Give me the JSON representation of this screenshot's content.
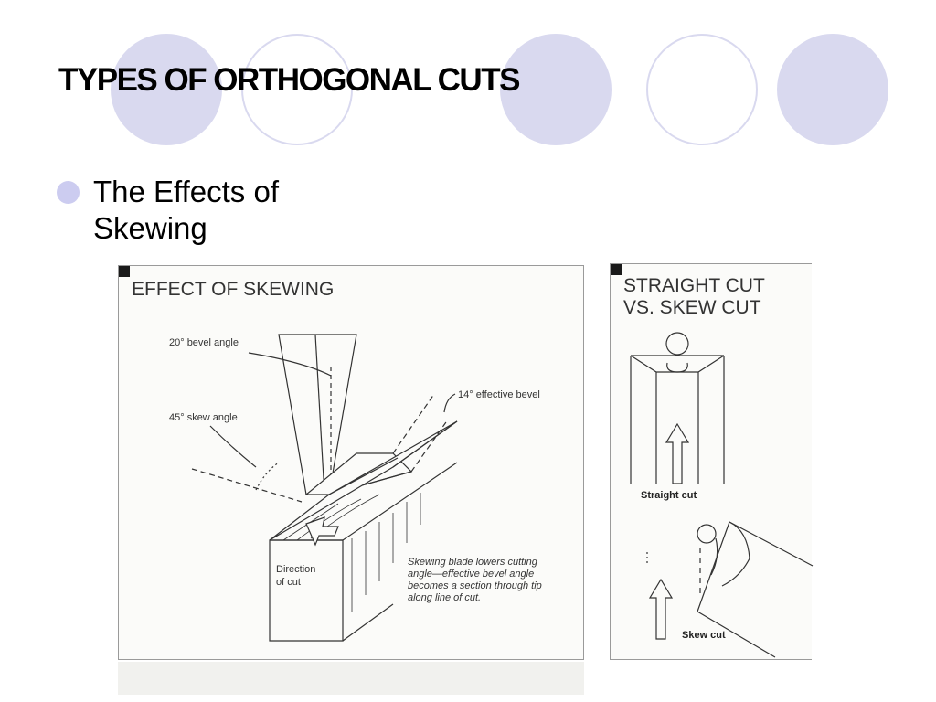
{
  "slide": {
    "title": "TYPES OF ORTHOGONAL CUTS",
    "bullet": "The Effects of Skewing"
  },
  "figure_left": {
    "heading": "EFFECT OF SKEWING",
    "labels": {
      "bevel_angle": "20° bevel angle",
      "skew_angle": "45° skew angle",
      "effective_bevel": "14° effective bevel",
      "direction_line1": "Direction",
      "direction_line2": "of cut"
    },
    "caption": [
      "Skewing blade lowers cutting",
      "angle—effective bevel angle",
      "becomes a section through tip",
      "along line of cut."
    ]
  },
  "figure_right": {
    "heading_line1": "STRAIGHT CUT",
    "heading_line2": "VS. SKEW CUT",
    "straight_label": "Straight cut",
    "skew_label": "Skew cut"
  },
  "colors": {
    "circle_fill": "#d9d9ef",
    "bullet": "#ccccf0",
    "line_art": "#333333"
  }
}
